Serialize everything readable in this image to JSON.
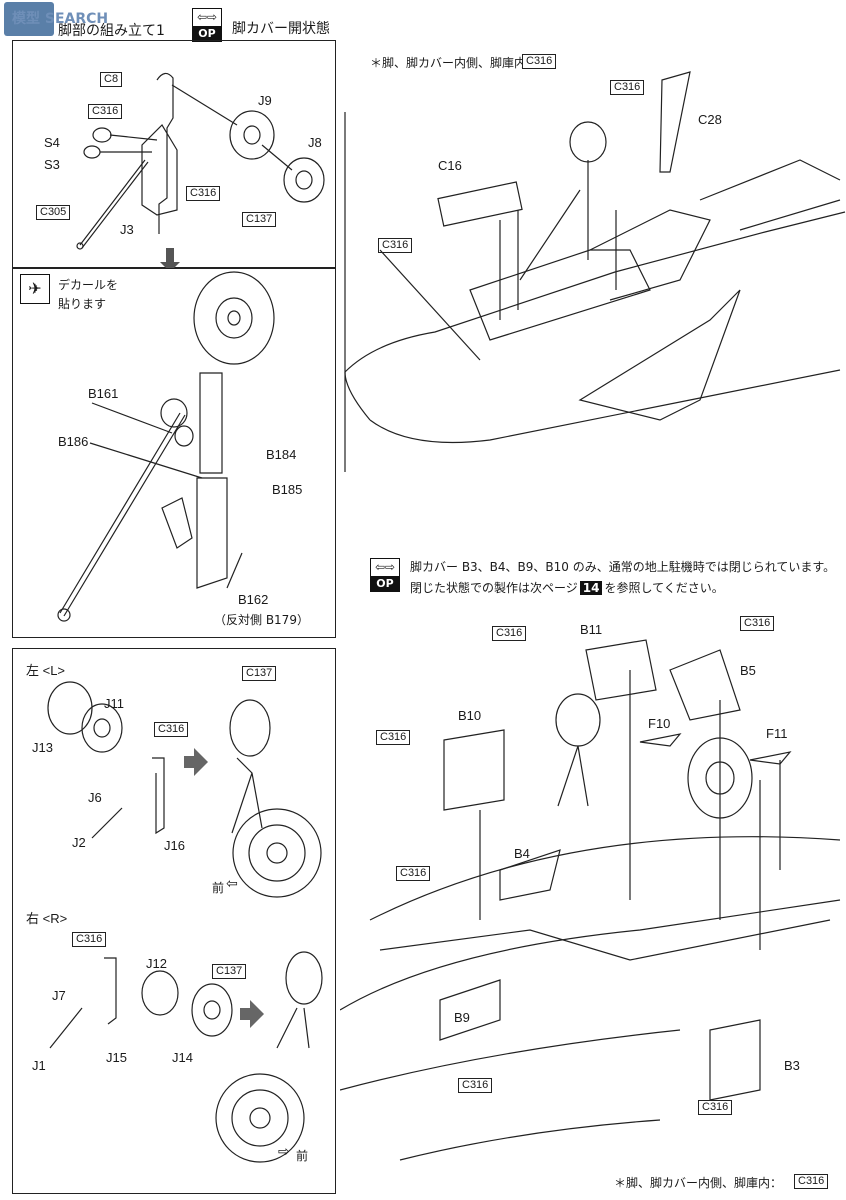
{
  "watermark": {
    "text": "模型 SEARCH"
  },
  "header": {
    "title": "脚部の組み立て1",
    "state_label": "脚カバー開状態",
    "op_badge": "OP"
  },
  "paint_notes": {
    "top": "＊脚、脚カバー内側、脚庫内：",
    "bottom": "＊脚、脚カバー内側、脚庫内："
  },
  "color_codes": {
    "c8": "C8",
    "c316": "C316",
    "c305": "C305",
    "c137": "C137"
  },
  "decal_note": {
    "line1": "デカールを",
    "line2": "貼ります"
  },
  "parts_top_left": {
    "s4": "S4",
    "s3": "S3",
    "j3": "J3",
    "j9": "J9",
    "j8": "J8"
  },
  "parts_nose_detail": {
    "b161": "B161",
    "b186": "B186",
    "b184": "B184",
    "b185": "B185",
    "b162": "B162",
    "b179_note": "（反対側 B179）"
  },
  "parts_main_left": {
    "left_label": "左 <L>",
    "j11": "J11",
    "j13": "J13",
    "j6": "J6",
    "j2": "J2",
    "j16": "J16",
    "front": "前"
  },
  "parts_main_right": {
    "right_label": "右 <R>",
    "j7": "J7",
    "j12": "J12",
    "j1": "J1",
    "j15": "J15",
    "j14": "J14",
    "front": "前"
  },
  "parts_top_right": {
    "c16": "C16",
    "c28": "C28"
  },
  "op_note": {
    "line1": "脚カバー B3、B4、B9、B10 のみ、通常の地上駐機時では閉じられています。",
    "line2_a": "閉じた状態での製作は次ページ",
    "page": "14",
    "line2_b": "を参照してください。"
  },
  "parts_bottom_right": {
    "b11": "B11",
    "b5": "B5",
    "b10": "B10",
    "f10": "F10",
    "f11": "F11",
    "b4": "B4",
    "b9": "B9",
    "b3": "B3"
  }
}
